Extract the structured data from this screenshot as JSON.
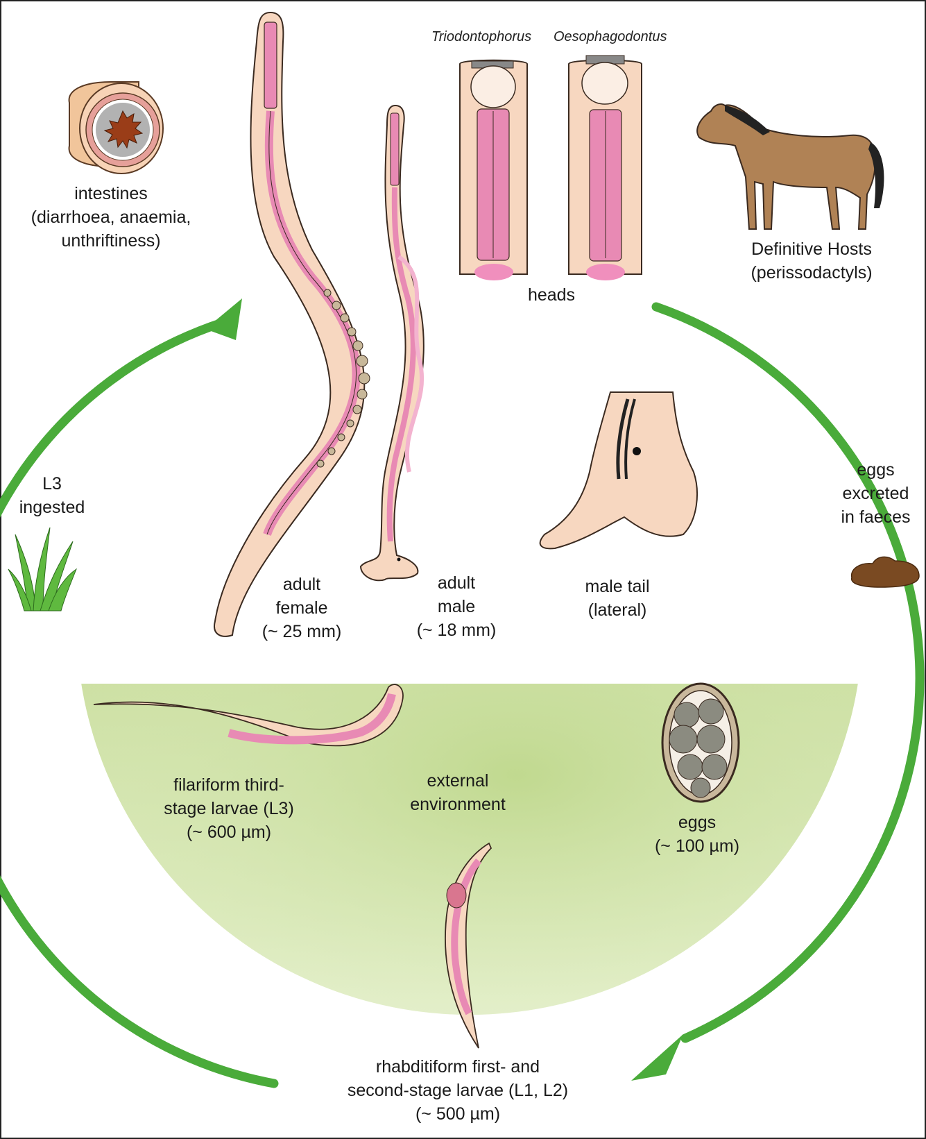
{
  "genus_labels": [
    "Triodontophorus",
    "Oesophagodontus"
  ],
  "labels": {
    "intestines": [
      "intestines",
      "(diarrhoea, anaemia,",
      "unthriftiness)"
    ],
    "heads": [
      "heads"
    ],
    "hosts": [
      "Definitive Hosts",
      "(perissodactyls)"
    ],
    "l3_ingested": [
      "L3",
      "ingested"
    ],
    "eggs_excreted": [
      "eggs",
      "excreted",
      "in faeces"
    ],
    "adult_female": [
      "adult",
      "female",
      "(~ 25 mm)"
    ],
    "adult_male": [
      "adult",
      "male",
      "(~ 18 mm)"
    ],
    "male_tail": [
      "male tail",
      "(lateral)"
    ],
    "l3_larvae": [
      "filariform third-",
      "stage larvae (L3)",
      "(~ 600 µm)"
    ],
    "external": [
      "external",
      "environment"
    ],
    "eggs": [
      "eggs",
      "(~ 100 µm)"
    ],
    "l1_l2": [
      "rhabditiform first- and",
      "second-stage larvae (L1, L2)",
      "(~ 500 µm)"
    ]
  },
  "colors": {
    "cycle_arrow": "#4aab3a",
    "worm_body": "#f7d7c0",
    "worm_gut": "#e88ab4",
    "environment": "#cfe3a4",
    "horse": "#b08255",
    "faeces": "#7a4a22"
  },
  "icons": [
    "intestine-icon",
    "horse-icon",
    "grass-icon",
    "faeces-icon",
    "egg-icon"
  ]
}
